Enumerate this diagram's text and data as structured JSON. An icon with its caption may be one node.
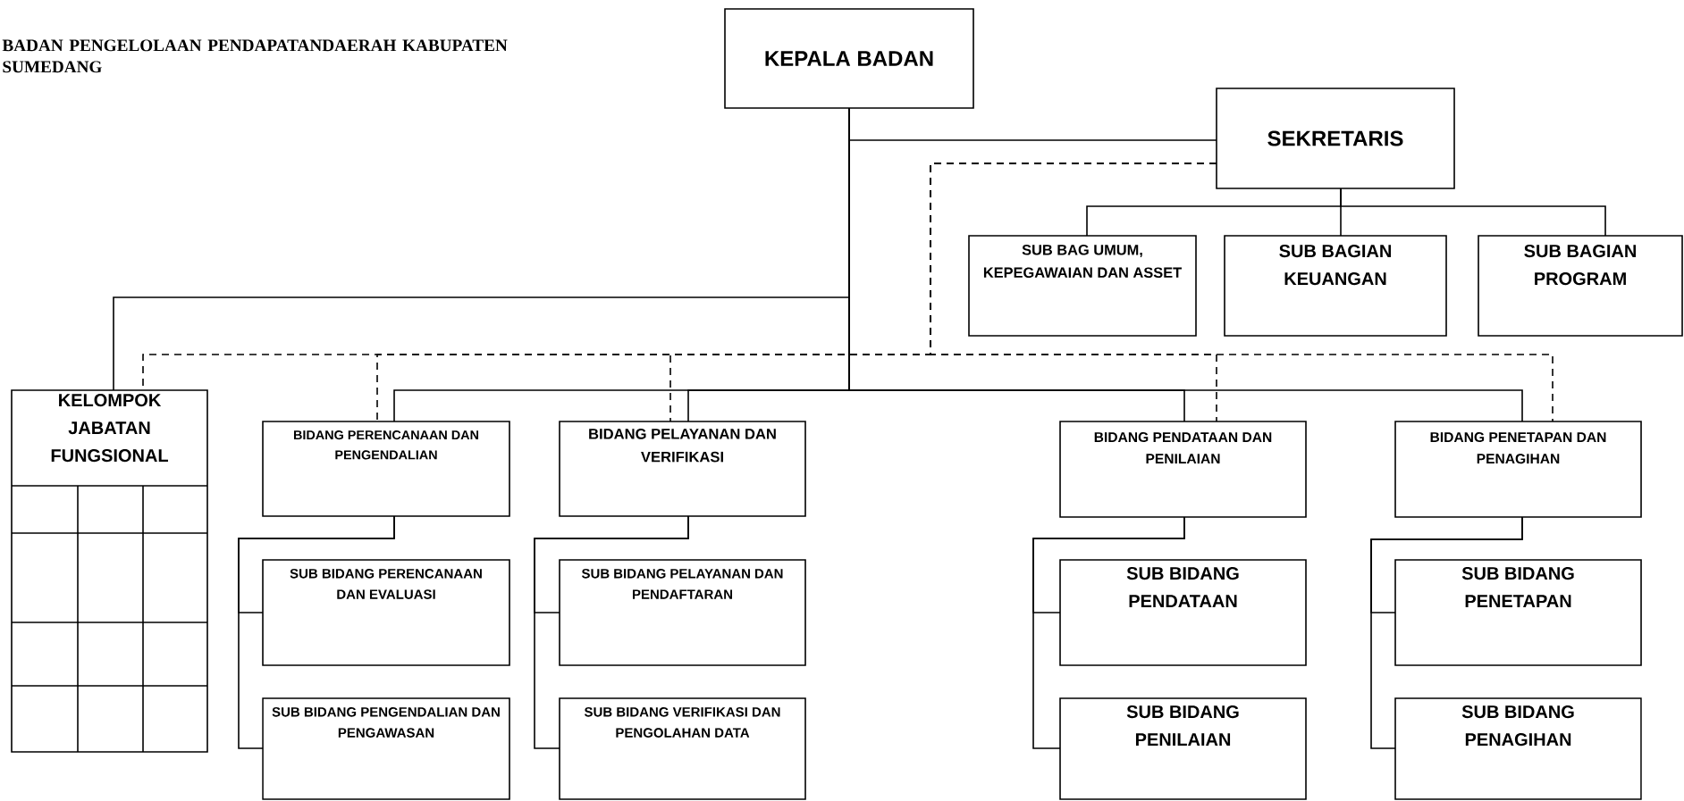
{
  "diagram": {
    "title": "BADAN PENGELOLAAN PENDAPATANDAERAH KABUPATEN SUMEDANG",
    "nodes": [
      {
        "text": [
          "KEPALA BADAN"
        ]
      },
      {
        "text": [
          "SEKRETARIS"
        ]
      },
      {
        "text": [
          "SUB BAG UMUM, KEPEGAWAIAN DAN ASSET"
        ]
      },
      {
        "text": [
          "SUB BAGIAN KEUANGAN"
        ]
      },
      {
        "text": [
          "SUB BAGIAN PROGRAM"
        ]
      },
      {
        "text": [
          "KELOMPOK JABATAN FUNGSIONAL"
        ]
      },
      {
        "text": [
          "BIDANG PERENCANAAN DAN PENGENDALIAN"
        ]
      },
      {
        "text": [
          "BIDANG PELAYANAN DAN VERIFIKASI"
        ]
      },
      {
        "text": [
          "BIDANG PENDATAAN DAN PENILAIAN"
        ]
      },
      {
        "text": [
          "BIDANG PENETAPAN DAN PENAGIHAN"
        ]
      },
      {
        "text": [
          "SUB BIDANG PERENCANAAN DAN EVALUASI"
        ]
      },
      {
        "text": [
          "SUB BIDANG PELAYANAN DAN PENDAFTARAN"
        ]
      },
      {
        "text": [
          "SUB BIDANG PENDATAAN"
        ]
      },
      {
        "text": [
          "SUB BIDANG PENETAPAN"
        ]
      },
      {
        "text": [
          "SUB BIDANG PENGENDALIAN DAN PENGAWASAN"
        ]
      },
      {
        "text": [
          "SUB BIDANG VERIFIKASI DAN PENGOLAHAN DATA"
        ]
      },
      {
        "text": [
          "SUB BIDANG PENILAIAN"
        ]
      },
      {
        "text": [
          "SUB BIDANG PENAGIHAN"
        ]
      }
    ],
    "edges": [
      {
        "from": 0,
        "to": 1,
        "arrow": "none"
      },
      {
        "from": 0,
        "to": 5,
        "arrow": "none"
      },
      {
        "from": 0,
        "to": 6,
        "arrow": "none"
      },
      {
        "from": 0,
        "to": 7,
        "arrow": "none"
      },
      {
        "from": 0,
        "to": 8,
        "arrow": "none"
      },
      {
        "from": 0,
        "to": 9,
        "arrow": "none"
      },
      {
        "from": 1,
        "to": 2,
        "arrow": "none"
      },
      {
        "from": 1,
        "to": 3,
        "arrow": "none"
      },
      {
        "from": 1,
        "to": 4,
        "arrow": "none"
      },
      {
        "from": 1,
        "to": 5,
        "arrow": "none",
        "style": "dashed"
      },
      {
        "from": 1,
        "to": 6,
        "arrow": "none",
        "style": "dashed"
      },
      {
        "from": 1,
        "to": 7,
        "arrow": "none",
        "style": "dashed"
      },
      {
        "from": 1,
        "to": 8,
        "arrow": "none",
        "style": "dashed"
      },
      {
        "from": 1,
        "to": 9,
        "arrow": "none",
        "style": "dashed"
      },
      {
        "from": 6,
        "to": 10,
        "arrow": "none"
      },
      {
        "from": 6,
        "to": 14,
        "arrow": "none"
      },
      {
        "from": 7,
        "to": 11,
        "arrow": "none"
      },
      {
        "from": 7,
        "to": 15,
        "arrow": "none"
      },
      {
        "from": 8,
        "to": 12,
        "arrow": "none"
      },
      {
        "from": 8,
        "to": 16,
        "arrow": "none"
      },
      {
        "from": 9,
        "to": 13,
        "arrow": "none"
      },
      {
        "from": 9,
        "to": 17,
        "arrow": "none"
      }
    ]
  }
}
